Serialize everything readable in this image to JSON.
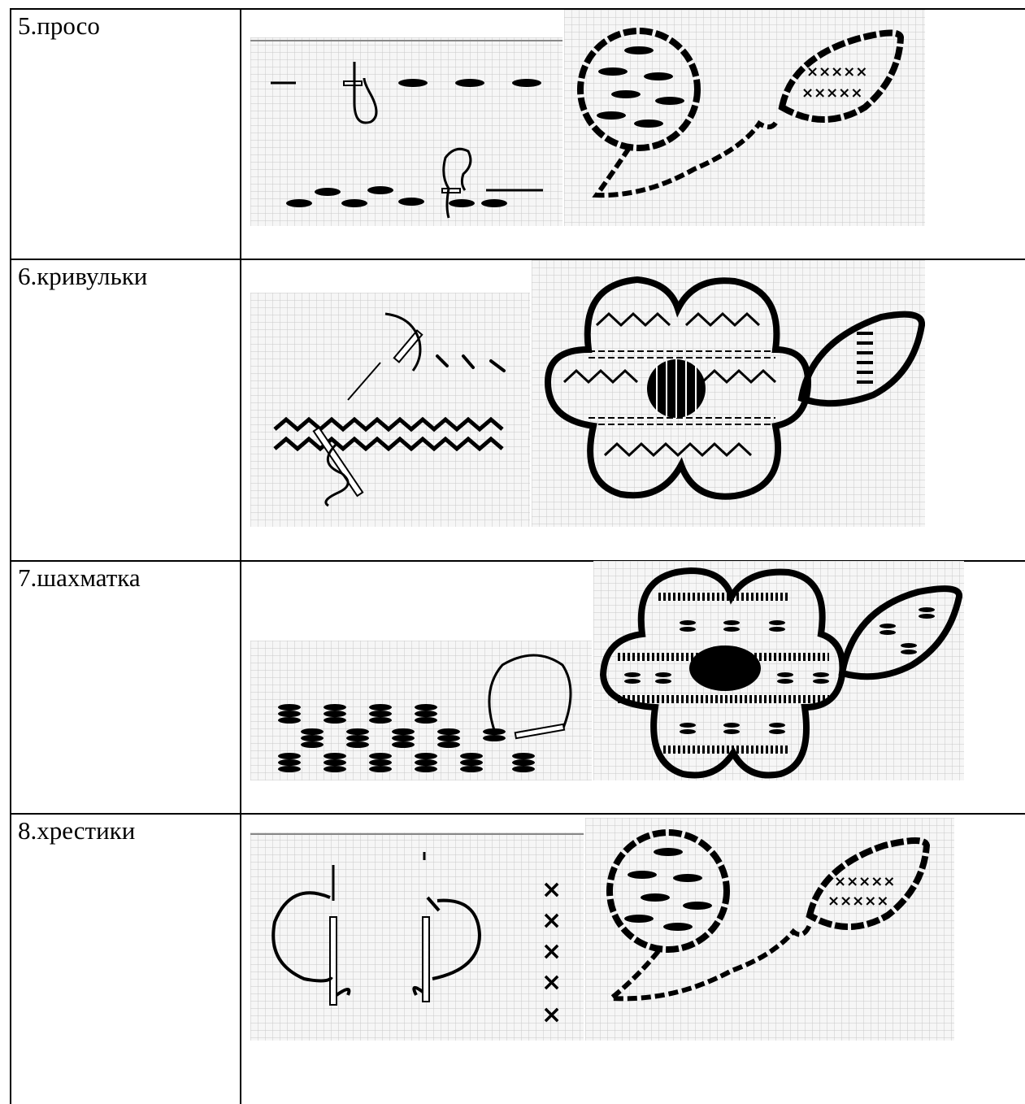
{
  "rows": [
    {
      "label": "5.просо"
    },
    {
      "label": "6.кривульки"
    },
    {
      "label": "7.шахматка"
    },
    {
      "label": "8.хрестики"
    }
  ],
  "colors": {
    "ink": "#000000",
    "grid": "#c8c8c8",
    "paper": "#f4f4f4"
  }
}
